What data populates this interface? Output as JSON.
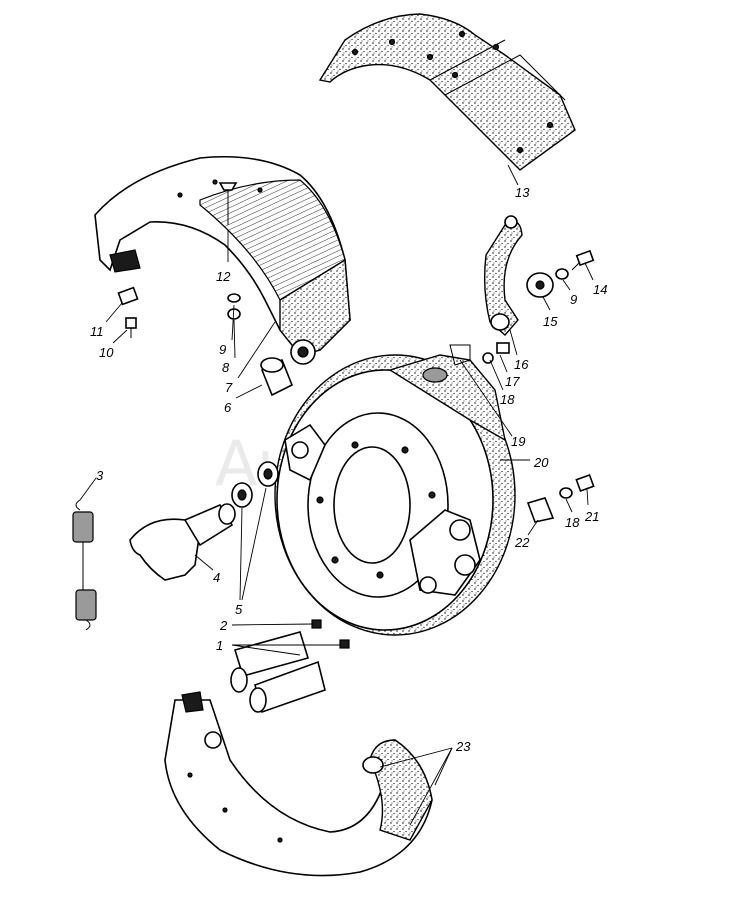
{
  "watermark": "AutoSoft",
  "callouts": [
    {
      "id": "c1",
      "text": "1"
    },
    {
      "id": "c2",
      "text": "2"
    },
    {
      "id": "c3",
      "text": "3"
    },
    {
      "id": "c4",
      "text": "4"
    },
    {
      "id": "c5",
      "text": "5"
    },
    {
      "id": "c6",
      "text": "6"
    },
    {
      "id": "c7",
      "text": "7"
    },
    {
      "id": "c8",
      "text": "8"
    },
    {
      "id": "c9a",
      "text": "9"
    },
    {
      "id": "c9b",
      "text": "9"
    },
    {
      "id": "c10",
      "text": "10"
    },
    {
      "id": "c11",
      "text": "11"
    },
    {
      "id": "c12",
      "text": "12"
    },
    {
      "id": "c13",
      "text": "13"
    },
    {
      "id": "c14",
      "text": "14"
    },
    {
      "id": "c15",
      "text": "15"
    },
    {
      "id": "c16",
      "text": "16"
    },
    {
      "id": "c17",
      "text": "17"
    },
    {
      "id": "c18a",
      "text": "18"
    },
    {
      "id": "c18b",
      "text": "18"
    },
    {
      "id": "c19",
      "text": "19"
    },
    {
      "id": "c20",
      "text": "20"
    },
    {
      "id": "c21",
      "text": "21"
    },
    {
      "id": "c22",
      "text": "22"
    },
    {
      "id": "c23",
      "text": "23"
    }
  ]
}
